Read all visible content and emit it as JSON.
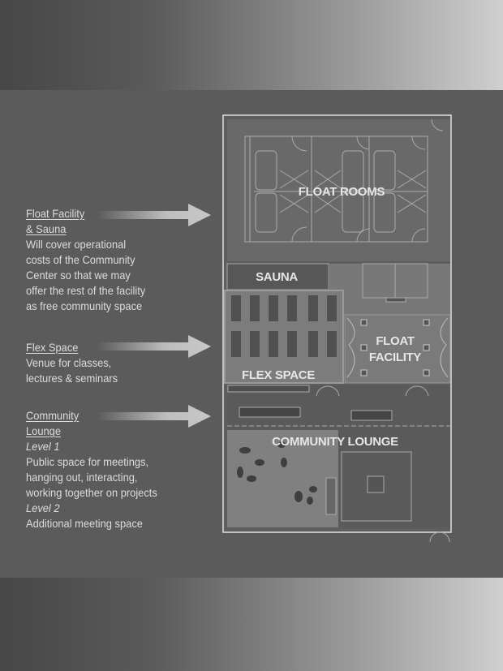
{
  "annotations": [
    {
      "title_lines": [
        "Float Facility",
        "& Sauna"
      ],
      "lines": [
        {
          "text": "Will cover operational"
        },
        {
          "text": "costs of the Community"
        },
        {
          "text": "Center so that we may"
        },
        {
          "text": "offer the rest of the facility"
        },
        {
          "text": "as free community space"
        }
      ]
    },
    {
      "title_lines": [
        "Flex Space"
      ],
      "lines": [
        {
          "text": "Venue for classes,"
        },
        {
          "text": "lectures & seminars"
        }
      ]
    },
    {
      "title_lines": [
        "Community",
        "Lounge"
      ],
      "lines": [
        {
          "text": "Level 1",
          "italic": true
        },
        {
          "text": "Public space for meetings,"
        },
        {
          "text": "hanging out, interacting,"
        },
        {
          "text": "working together on projects"
        },
        {
          "text": "Level 2",
          "italic": true
        },
        {
          "text": "Additional meeting space"
        }
      ]
    }
  ],
  "plan": {
    "rooms": {
      "float_rooms": "FLOAT ROOMS",
      "sauna": "SAUNA",
      "flex_space": "FLEX SPACE",
      "float_facility_1": "FLOAT",
      "float_facility_2": "FACILITY",
      "community_lounge": "COMMUNITY LOUNGE"
    }
  },
  "colors": {
    "background": "#5b5b5b",
    "text": "#dcdcdc",
    "plan_line": "#b0b0b0"
  }
}
